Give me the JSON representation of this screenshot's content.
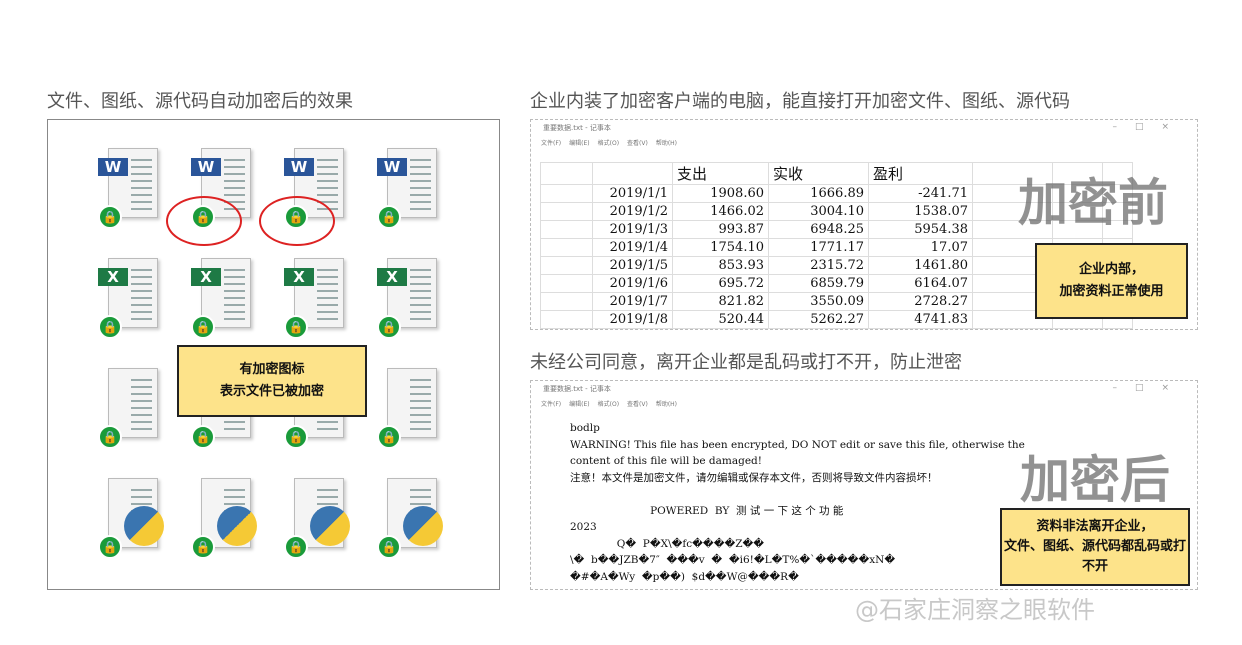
{
  "left": {
    "title": "文件、图纸、源代码自动加密后的效果",
    "rows": [
      {
        "type": "word",
        "badge": "W",
        "color": "#2a5599"
      },
      {
        "type": "excel",
        "badge": "X",
        "color": "#1e7a45"
      },
      {
        "type": "blank",
        "badge": "",
        "color": "#f4f4f4"
      },
      {
        "type": "python",
        "badge": "",
        "color": "#f4f4f4"
      }
    ],
    "note": [
      "有加密图标",
      "表示文件已被加密"
    ],
    "lock_icon": "lock-icon",
    "lock_color": "#1a9b3a",
    "highlight_color": "#d22222"
  },
  "top": {
    "title": "企业内装了加密客户端的电脑，能直接打开加密文件、图纸、源代码",
    "window_title": "重要数据.txt - 记事本",
    "menu": [
      "文件(F)",
      "编辑(E)",
      "格式(O)",
      "查看(V)",
      "帮助(H)"
    ],
    "headers": [
      "",
      "支出",
      "实收",
      "盈利"
    ],
    "rows": [
      [
        "2019/1/1",
        "1908.60",
        "1666.89",
        "-241.71"
      ],
      [
        "2019/1/2",
        "1466.02",
        "3004.10",
        "1538.07"
      ],
      [
        "2019/1/3",
        "993.87",
        "6948.25",
        "5954.38"
      ],
      [
        "2019/1/4",
        "1754.10",
        "1771.17",
        "17.07"
      ],
      [
        "2019/1/5",
        "853.93",
        "2315.72",
        "1461.80"
      ],
      [
        "2019/1/6",
        "695.72",
        "6859.79",
        "6164.07"
      ],
      [
        "2019/1/7",
        "821.82",
        "3550.09",
        "2728.27"
      ],
      [
        "2019/1/8",
        "520.44",
        "5262.27",
        "4741.83"
      ]
    ],
    "overlay": "加密前",
    "note": [
      "企业内部，",
      "加密资料正常使用"
    ]
  },
  "bottom": {
    "title": "未经公司同意，离开企业都是乱码或打不开，防止泄密",
    "window_title": "重要数据.txt - 记事本",
    "menu": [
      "文件(F)",
      "编辑(E)",
      "格式(O)",
      "查看(V)",
      "帮助(H)"
    ],
    "lines": [
      "bodlp",
      "WARNING! This file has been encrypted, DO NOT edit or save this file, otherwise the",
      "content of this file will be damaged!",
      "注意！本文件是加密文件，请勿编辑或保存本文件，否则将导致文件内容损坏！",
      "",
      "                        POWERED  BY  测 试 一 下 这 个 功 能",
      "2023",
      "              Q�  P�X\\�fc����Z��",
      "\\�  b��JZB�7″  ���v  �  �i6!�L�T%�`�����xN�",
      "�#�A�Wy  �p��)  $d��W@���R�"
    ],
    "overlay": "加密后",
    "note": [
      "资料非法离开企业，",
      "文件、图纸、源代码都乱码或打不开"
    ]
  },
  "watermark": "@石家庄洞察之眼软件"
}
